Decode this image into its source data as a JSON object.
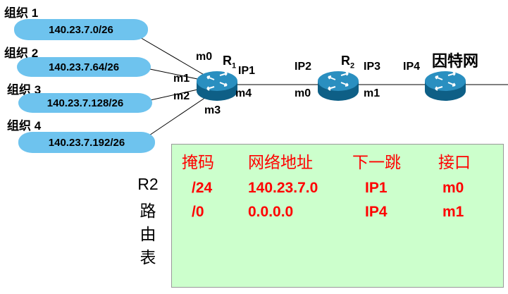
{
  "organizations": [
    {
      "label": "组织 1",
      "network": "140.23.7.0/26"
    },
    {
      "label": "组织 2",
      "network": "140.23.7.64/26"
    },
    {
      "label": "组织 3",
      "network": "140.23.7.128/26"
    },
    {
      "label": "组织 4",
      "network": "140.23.7.192/26"
    }
  ],
  "routers": {
    "r1": {
      "name": "R",
      "sub": "1",
      "ports": {
        "m0": "m0",
        "m1": "m1",
        "m2": "m2",
        "m3": "m3",
        "m4": "m4",
        "ip": "IP1"
      }
    },
    "r2": {
      "name": "R",
      "sub": "2",
      "ports": {
        "m0": "m0",
        "m1": "m1",
        "ip_left": "IP2",
        "ip_right": "IP3"
      }
    },
    "internet_router": {
      "ip": "IP4"
    }
  },
  "internet_label": "因特网",
  "route_table": {
    "side_title": [
      "R2",
      "路",
      "由",
      "表"
    ],
    "headers": [
      "掩码",
      "网络地址",
      "下一跳",
      "接口"
    ],
    "rows": [
      {
        "mask": "/24",
        "network": "140.23.7.0",
        "next_hop": "IP1",
        "interface": "m0"
      },
      {
        "mask": "/0",
        "network": "0.0.0.0",
        "next_hop": "IP4",
        "interface": "m1"
      }
    ]
  },
  "colors": {
    "network_blob": "#6ec3ee",
    "router": "#1c7fae",
    "table_bg": "#ccffcc",
    "table_text": "#ff0000"
  }
}
